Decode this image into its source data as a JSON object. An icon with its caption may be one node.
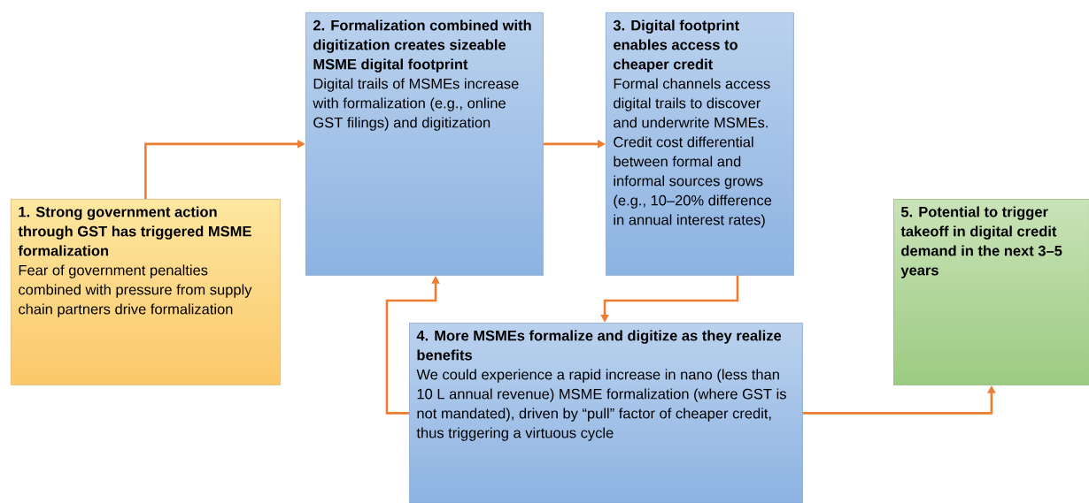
{
  "diagram": {
    "nodes": [
      {
        "text": [
          "1. Strong government action through GST has triggered MSME formalization",
          "Fear of government penalties combined with pressure from supply chain partners drive formalization"
        ]
      },
      {
        "text": [
          "2. Formalization combined with digitization creates sizeable MSME digital footprint",
          "Digital trails of MSMEs increase with formalization (e.g., online GST filings) and digitization"
        ]
      },
      {
        "text": [
          "3. Digital footprint enables access to cheaper credit",
          "Formal channels access digital trails to discover and underwrite MSMEs. Credit cost differential between formal and informal sources grows (e.g., 10–20% difference in annual interest rates)"
        ]
      },
      {
        "text": [
          "4. More MSMEs formalize and digitize as they realize benefits",
          "We could experience a rapid increase in nano (less than 10 L annual revenue) MSME formalization (where GST is not mandated), driven by “pull” factor of cheaper credit, thus triggering a virtuous cycle"
        ]
      },
      {
        "text": [
          "5. Potential to trigger takeoff in digital credit demand in the next 3–5 years"
        ]
      }
    ],
    "edges": [
      {
        "from": 0,
        "to": 1,
        "arrow": "to"
      },
      {
        "from": 1,
        "to": 2,
        "arrow": "to"
      },
      {
        "from": 2,
        "to": 3,
        "arrow": "to"
      },
      {
        "from": 3,
        "to": 1,
        "arrow": "to"
      },
      {
        "from": 3,
        "to": 4,
        "arrow": "to"
      }
    ]
  }
}
